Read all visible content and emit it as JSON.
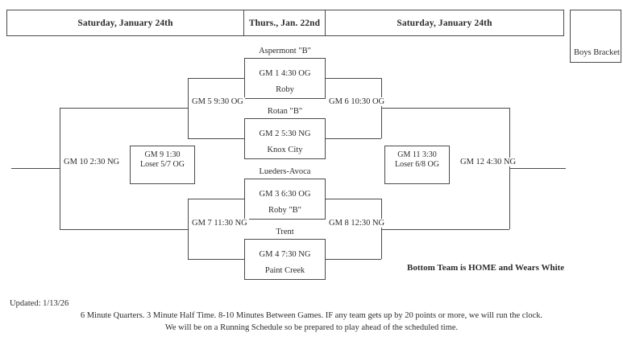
{
  "bracket_title": "Boys Bracket",
  "header": {
    "columns": [
      {
        "label": "Saturday, January 24th"
      },
      {
        "label": "Thurs., Jan. 22nd"
      },
      {
        "label": "Saturday, January 24th"
      }
    ]
  },
  "round1": [
    {
      "id": "gm1",
      "top_team": "Aspermont \"B\"",
      "label": "GM 1  4:30 OG",
      "bottom_team": "Roby"
    },
    {
      "id": "gm2",
      "top_team": "Rotan \"B\"",
      "label": "GM 2   5:30 NG",
      "bottom_team": "Knox City"
    },
    {
      "id": "gm3",
      "top_team": "Lueders-Avoca",
      "label": "GM 3   6:30 OG",
      "bottom_team": "Roby \"B\""
    },
    {
      "id": "gm4",
      "top_team": "Trent",
      "label": "GM 4   7:30 NG",
      "bottom_team": "Paint Creek"
    }
  ],
  "round2": [
    {
      "id": "gm5",
      "label": "GM 5  9:30 OG"
    },
    {
      "id": "gm6",
      "label": "GM 6  10:30 OG"
    },
    {
      "id": "gm7",
      "label": "GM 7  11:30 NG"
    },
    {
      "id": "gm8",
      "label": "GM 8  12:30 NG"
    }
  ],
  "round3": [
    {
      "id": "gm10",
      "label": "GM 10  2:30 NG"
    },
    {
      "id": "gm12",
      "label": "GM 12  4:30 NG"
    }
  ],
  "consolation": [
    {
      "id": "gm9",
      "line1": "GM 9  1:30",
      "line2": "Loser 5/7 OG"
    },
    {
      "id": "gm11",
      "line1": "GM 11 3:30",
      "line2": "Loser 6/8 OG"
    }
  ],
  "notes": {
    "home_note": "Bottom Team is HOME and Wears White",
    "updated": "Updated: 1/13/26",
    "footer_line1": "6 Minute Quarters.  3 Minute Half Time.  8-10 Minutes Between Games.  IF any team gets up by 20 points or more, we will run the clock.",
    "footer_line2": "We will be on a Running Schedule so be prepared to play ahead of the scheduled time."
  }
}
